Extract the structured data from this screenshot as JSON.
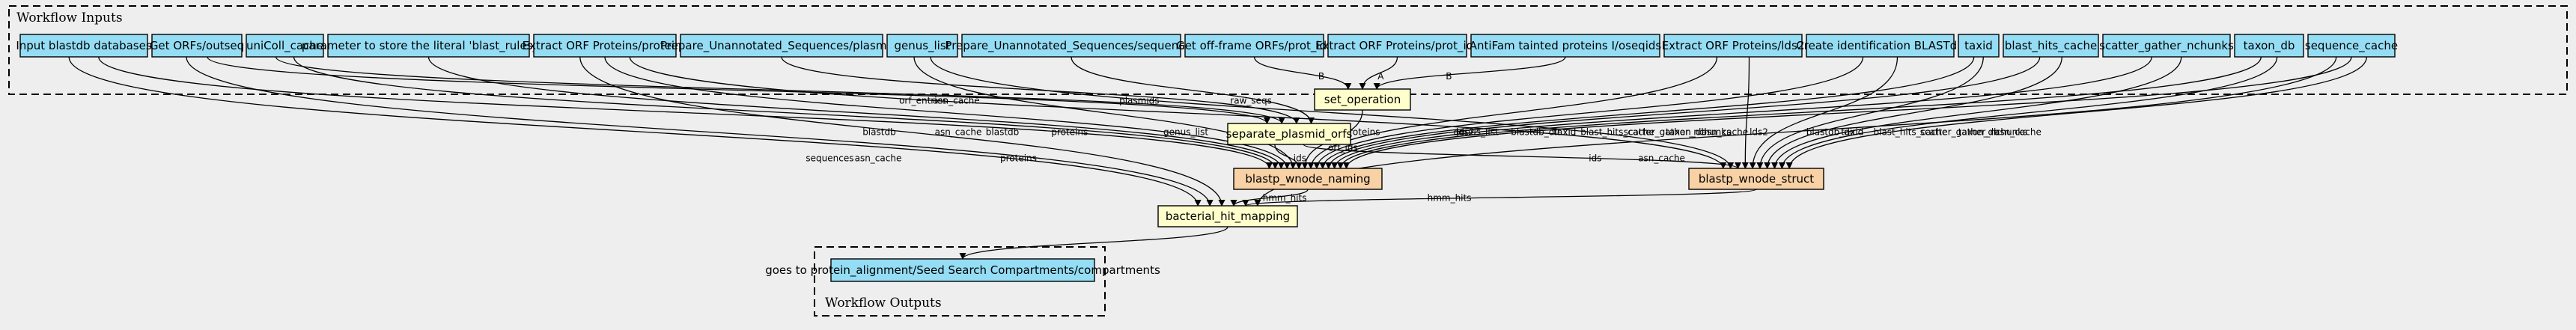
{
  "clusters": {
    "inputs_title": "Workflow Inputs",
    "outputs_title": "Workflow Outputs"
  },
  "colors": {
    "input_fill": "#94ddf4",
    "step_fill": "#ffffcc",
    "subworkflow_fill": "#f8d1a5",
    "background": "#eeeeee"
  },
  "inputs": [
    {
      "id": "in_blastdb",
      "label": "Input blastdb databases"
    },
    {
      "id": "in_outseq",
      "label": "Get ORFs/outseq"
    },
    {
      "id": "in_uniColl",
      "label": "uniColl_cache"
    },
    {
      "id": "in_param",
      "label": "parameter to store the literal 'blast_rules_db'"
    },
    {
      "id": "in_proteins",
      "label": "Extract ORF Proteins/proteins"
    },
    {
      "id": "in_plasmids",
      "label": "Prepare_Unannotated_Sequences/plasmids"
    },
    {
      "id": "in_genus",
      "label": "genus_list"
    },
    {
      "id": "in_sequences",
      "label": "Prepare_Unannotated_Sequences/sequences"
    },
    {
      "id": "in_offframe",
      "label": "Get off-frame ORFs/prot_ids"
    },
    {
      "id": "in_protids",
      "label": "Extract ORF Proteins/prot_ids"
    },
    {
      "id": "in_antifam",
      "label": "AntiFam tainted proteins I/oseqids"
    },
    {
      "id": "in_lds2",
      "label": "Extract ORF Proteins/lds2"
    },
    {
      "id": "in_createid",
      "label": "Create identification BLASTdb"
    },
    {
      "id": "in_taxid",
      "label": "taxid"
    },
    {
      "id": "in_bhc",
      "label": "blast_hits_cache"
    },
    {
      "id": "in_sgn",
      "label": "scatter_gather_nchunks"
    },
    {
      "id": "in_taxondb",
      "label": "taxon_db"
    },
    {
      "id": "in_seqcache",
      "label": "sequence_cache"
    }
  ],
  "steps": [
    {
      "id": "set_operation",
      "label": "set_operation"
    },
    {
      "id": "separate_plasmid_orfs",
      "label": "separate_plasmid_orfs"
    },
    {
      "id": "blastp_wnode_naming",
      "label": "blastp_wnode_naming"
    },
    {
      "id": "blastp_wnode_struct",
      "label": "blastp_wnode_struct"
    },
    {
      "id": "bacterial_hit_mapping",
      "label": "bacterial_hit_mapping"
    }
  ],
  "outputs": [
    {
      "id": "out_compartments",
      "label": "goes to protein_alignment/Seed Search Compartments/compartments"
    }
  ],
  "edges": [
    {
      "from": "in_offframe",
      "to": "set_operation",
      "label": "B"
    },
    {
      "from": "in_protids",
      "to": "set_operation",
      "label": "A"
    },
    {
      "from": "in_antifam",
      "to": "set_operation",
      "label": "B"
    },
    {
      "from": "in_outseq",
      "to": "separate_plasmid_orfs",
      "label": "orf_entries"
    },
    {
      "from": "in_plasmids",
      "to": "separate_plasmid_orfs",
      "label": "plasmids"
    },
    {
      "from": "in_sequences",
      "to": "separate_plasmid_orfs",
      "label": "raw_seqs"
    },
    {
      "from": "in_uniColl",
      "to": "separate_plasmid_orfs",
      "label": "asn_cache"
    },
    {
      "from": "separate_plasmid_orfs",
      "to": "blastp_wnode_naming",
      "label": "ids"
    },
    {
      "from": "separate_plasmid_orfs",
      "to": "blastp_wnode_struct",
      "label": "ids"
    },
    {
      "from": "set_operation",
      "to": "blastp_wnode_naming",
      "label": "orf_ids"
    },
    {
      "from": "in_blastdb",
      "to": "blastp_wnode_naming",
      "label": "blastdb"
    },
    {
      "from": "in_uniColl",
      "to": "blastp_wnode_naming",
      "label": "asn_cache"
    },
    {
      "from": "in_param",
      "to": "blastp_wnode_naming",
      "label": "blastdb"
    },
    {
      "from": "in_proteins",
      "to": "blastp_wnode_naming",
      "label": "proteins"
    },
    {
      "from": "in_genus",
      "to": "blastp_wnode_naming",
      "label": "genus_list"
    },
    {
      "from": "in_lds2",
      "to": "blastp_wnode_naming",
      "label": "lds2"
    },
    {
      "from": "in_createid",
      "to": "blastp_wnode_naming",
      "label": "blastdb_dir"
    },
    {
      "from": "in_taxid",
      "to": "blastp_wnode_naming",
      "label": "taxid"
    },
    {
      "from": "in_bhc",
      "to": "blastp_wnode_naming",
      "label": "blast_hits_cache"
    },
    {
      "from": "in_sgn",
      "to": "blastp_wnode_naming",
      "label": "scatter_gather_nchunks"
    },
    {
      "from": "in_taxondb",
      "to": "blastp_wnode_naming",
      "label": "taxon_db"
    },
    {
      "from": "in_seqcache",
      "to": "blastp_wnode_naming",
      "label": "asn_cache"
    },
    {
      "from": "in_proteins",
      "to": "blastp_wnode_struct",
      "label": "proteins"
    },
    {
      "from": "in_genus",
      "to": "blastp_wnode_struct",
      "label": "genus_list"
    },
    {
      "from": "in_lds2",
      "to": "blastp_wnode_struct",
      "label": "lds2"
    },
    {
      "from": "in_createid",
      "to": "blastp_wnode_struct",
      "label": "blastdb_dir"
    },
    {
      "from": "in_taxid",
      "to": "blastp_wnode_struct",
      "label": "taxid"
    },
    {
      "from": "in_bhc",
      "to": "blastp_wnode_struct",
      "label": "blast_hits_cache"
    },
    {
      "from": "in_sgn",
      "to": "blastp_wnode_struct",
      "label": "scatter_gather_nchunks"
    },
    {
      "from": "in_taxondb",
      "to": "blastp_wnode_struct",
      "label": "taxon_db"
    },
    {
      "from": "in_seqcache",
      "to": "blastp_wnode_struct",
      "label": "asn_cache"
    },
    {
      "from": "in_blastdb",
      "to": "bacterial_hit_mapping",
      "label": "sequences"
    },
    {
      "from": "in_outseq",
      "to": "bacterial_hit_mapping",
      "label": "asn_cache"
    },
    {
      "from": "in_proteins",
      "to": "bacterial_hit_mapping",
      "label": "proteins"
    },
    {
      "from": "blastp_wnode_naming",
      "to": "bacterial_hit_mapping",
      "label": "hmm_hits"
    },
    {
      "from": "blastp_wnode_struct",
      "to": "bacterial_hit_mapping",
      "label": "hmm_hits"
    },
    {
      "from": "in_seqcache",
      "to": "bacterial_hit_mapping",
      "label": "asn_cache"
    },
    {
      "from": "bacterial_hit_mapping",
      "to": "out_compartments",
      "label": ""
    }
  ]
}
